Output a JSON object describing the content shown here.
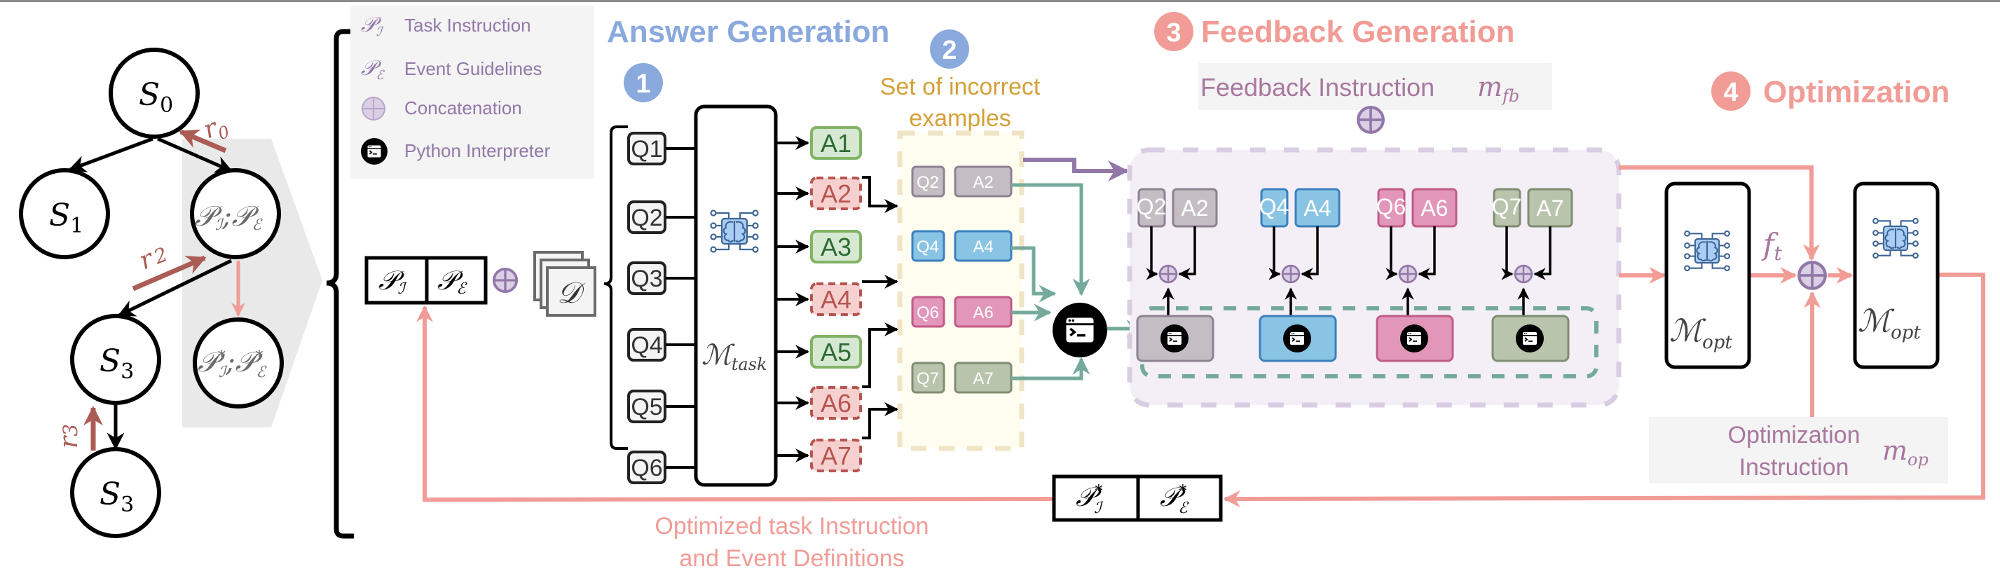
{
  "colors": {
    "blue_header": "#8aa9dc",
    "salmon": "#f19c96",
    "gold": "#d4a03a",
    "purple": "#9278a8",
    "purple_text": "#a877a0",
    "teal": "#74aa9b",
    "dark_red": "#ab5c55",
    "green_fill": "#d6e8d2",
    "green_stroke": "#82b366",
    "green_text": "#2e6b34",
    "red_fill": "#f6d0cf",
    "red_stroke": "#b85450",
    "gray_pair": "#c4bec4",
    "blue_pair": "#8ac4e4",
    "pink_pair": "#e296ba",
    "olive_pair": "#b8c4ac"
  },
  "tree": {
    "nodes": [
      {
        "id": "s0",
        "label": "S",
        "sub": "0"
      },
      {
        "id": "s1",
        "label": "S",
        "sub": "1"
      },
      {
        "id": "prompt",
        "label": "𝒫_ℐ;𝒫_ℰ",
        "text": "𝒫",
        "sub1": "ℐ",
        "sep": ";",
        "text2": "𝒫",
        "sub2": "ℰ"
      },
      {
        "id": "s3a",
        "label": "S",
        "sub": "3"
      },
      {
        "id": "prompt_opt",
        "text": "𝒫",
        "sub1": "ℐ",
        "sup": "*",
        "sep": ";",
        "text2": "𝒫",
        "sub2": "ℰ"
      },
      {
        "id": "s3b",
        "label": "S",
        "sub": "3"
      }
    ],
    "rewards": [
      {
        "label": "r",
        "sub": "0"
      },
      {
        "label": "r",
        "sub": "2"
      },
      {
        "label": "r",
        "sub": "3"
      }
    ]
  },
  "legend": {
    "items": [
      {
        "symbol": "𝒫",
        "symbol_sub": "ℐ",
        "label": "Task Instruction"
      },
      {
        "symbol": "𝒫",
        "symbol_sub": "ℰ",
        "label": "Event Guidelines"
      },
      {
        "symbol": "⊕",
        "label": "Concatenation"
      },
      {
        "symbol": "terminal",
        "label": "Python Interpreter"
      }
    ]
  },
  "input": {
    "prompt_parts": [
      {
        "main": "𝒫",
        "sub": "ℐ"
      },
      {
        "main": "𝒫",
        "sub": "ℰ"
      }
    ],
    "dataset": "𝒟"
  },
  "stages": {
    "answer_generation": {
      "number": "1",
      "title": "Answer Generation"
    },
    "incorrect_set": {
      "number": "2",
      "title_line1": "Set of incorrect",
      "title_line2": "examples"
    },
    "feedback_generation": {
      "number": "3",
      "title": "Feedback Generation"
    },
    "optimization": {
      "number": "4",
      "title": "Optimization"
    }
  },
  "questions": [
    "Q1",
    "Q2",
    "Q3",
    "Q4",
    "Q5",
    "Q6"
  ],
  "task_model": {
    "main": "ℳ",
    "sub": "task"
  },
  "answers": [
    {
      "label": "A1",
      "correct": true
    },
    {
      "label": "A2",
      "correct": false
    },
    {
      "label": "A3",
      "correct": true
    },
    {
      "label": "A4",
      "correct": false
    },
    {
      "label": "A5",
      "correct": true
    },
    {
      "label": "A6",
      "correct": false
    },
    {
      "label": "A7",
      "correct": false
    }
  ],
  "incorrect_pairs": [
    {
      "q": "Q2",
      "a": "A2",
      "color": "gray"
    },
    {
      "q": "Q4",
      "a": "A4",
      "color": "blue"
    },
    {
      "q": "Q6",
      "a": "A6",
      "color": "pink"
    },
    {
      "q": "Q7",
      "a": "A7",
      "color": "olive"
    }
  ],
  "feedback": {
    "instruction_label": "Feedback Instruction",
    "instruction_symbol": "m",
    "instruction_sub": "fb"
  },
  "optimization": {
    "model": {
      "main": "ℳ",
      "sub": "opt"
    },
    "feedback_symbol": "f",
    "feedback_sub": "t",
    "instruction_line1": "Optimization",
    "instruction_line2": "Instruction",
    "instruction_symbol": "m",
    "instruction_sub": "op"
  },
  "output": {
    "parts": [
      {
        "main": "𝒫",
        "sub": "ℐ",
        "sup": "*"
      },
      {
        "main": "𝒫",
        "sub": "ℰ",
        "sup": "*"
      }
    ],
    "caption_line1": "Optimized task Instruction",
    "caption_line2": "and Event Definitions"
  }
}
